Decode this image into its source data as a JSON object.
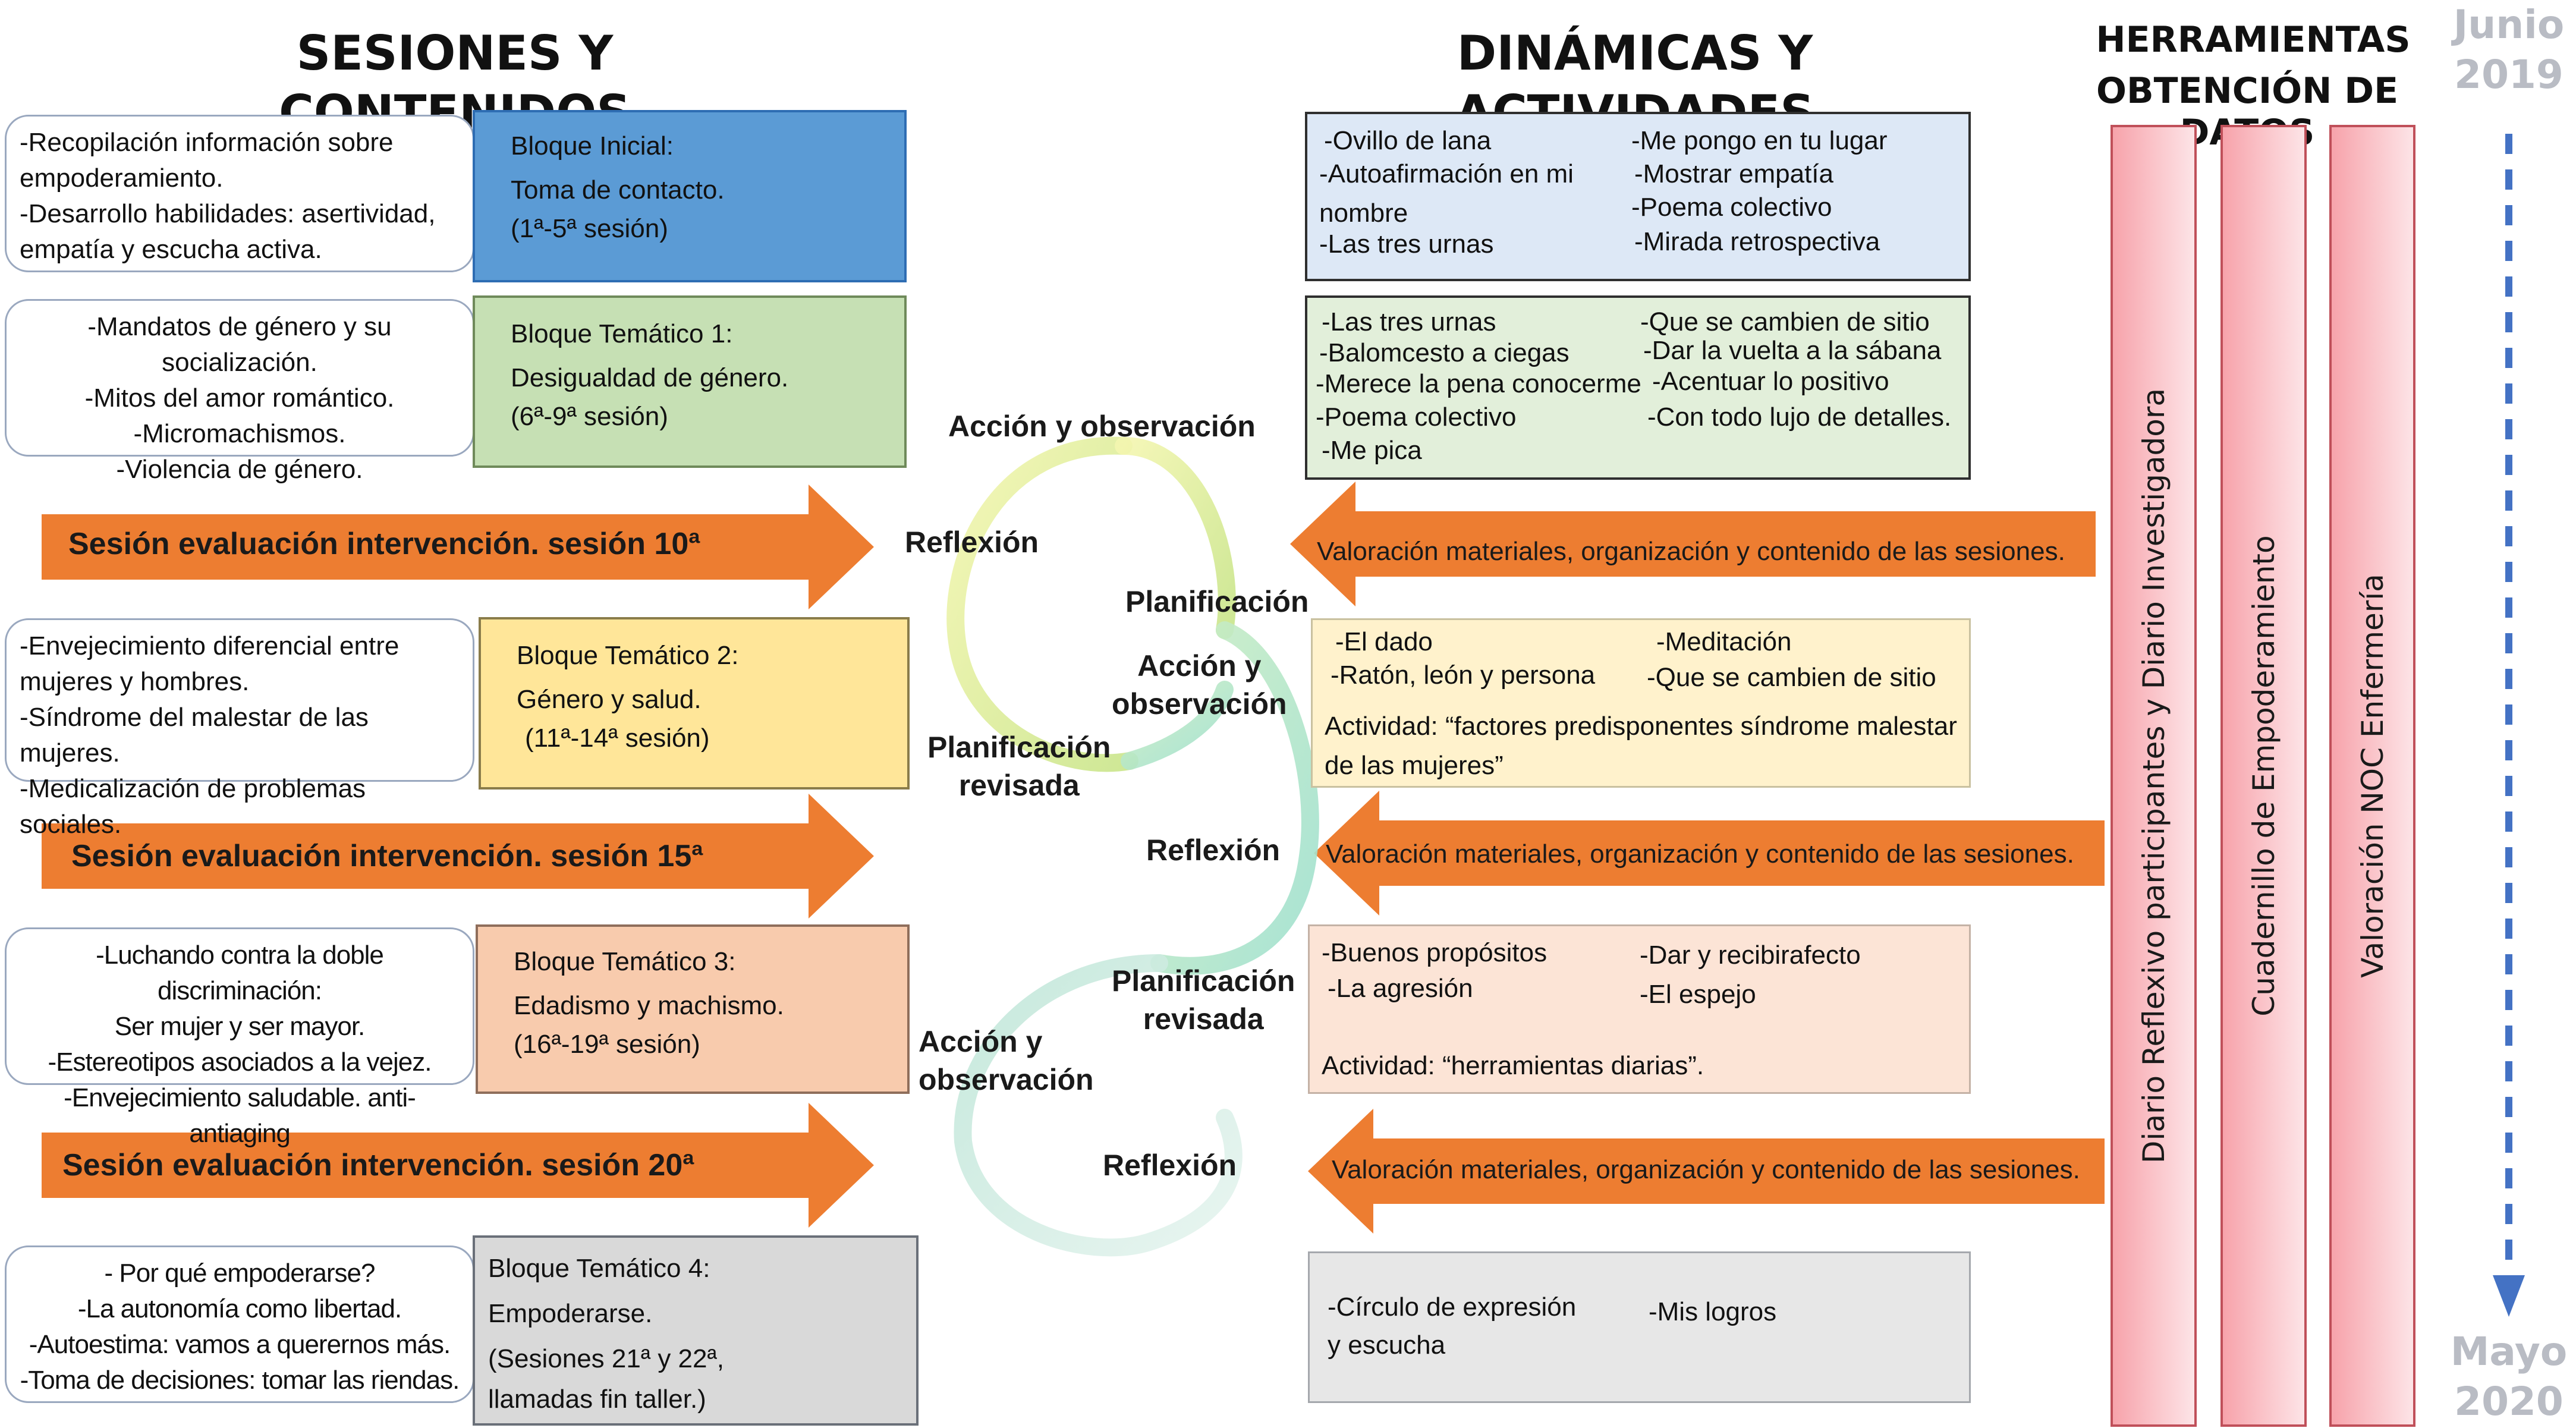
{
  "headings": {
    "left": "SESIONES Y CONTENIDOS",
    "middle": "DINÁMICAS Y ACTIVIDADES",
    "tools_line1": "HERRAMIENTAS",
    "tools_line2": "OBTENCIÓN DE DATOS"
  },
  "timeline": {
    "start_month": "Junio",
    "start_year": "2019",
    "end_month": "Mayo",
    "end_year": "2020"
  },
  "contents": [
    [
      "-Recopilación información sobre",
      "empoderamiento.",
      "-Desarrollo habilidades: asertividad,",
      "empatía y escucha activa."
    ],
    [
      "-Mandatos de género y su socialización.",
      "-Mitos del amor romántico.",
      "-Micromachismos.",
      "-Violencia de género."
    ],
    [
      "-Envejecimiento diferencial entre",
      "mujeres y hombres.",
      "-Síndrome del malestar de las mujeres.",
      "-Medicalización de problemas sociales."
    ],
    [
      "-Luchando contra la doble discriminación:",
      "Ser mujer y ser mayor.",
      "-Estereotipos asociados a la vejez.",
      "-Envejecimiento saludable. anti-antiaging"
    ],
    [
      "-  Por qué empoderarse?",
      "-La autonomía como libertad.",
      "-Autoestima: vamos a querernos más.",
      "-Toma de decisiones: tomar las riendas."
    ]
  ],
  "blocks": [
    [
      "Bloque Inicial:",
      "Toma de contacto.",
      "(1ª-5ª sesión)"
    ],
    [
      "Bloque Temático 1:",
      "Desigualdad de género.",
      "(6ª-9ª sesión)"
    ],
    [
      "Bloque Temático 2:",
      "Género y salud.",
      "(11ª-14ª sesión)"
    ],
    [
      "Bloque Temático 3:",
      "Edadismo y machismo.",
      "(16ª-19ª sesión)"
    ],
    [
      "Bloque Temático 4:",
      "Empoderarse.",
      "(Sesiones 21ª y 22ª,",
      "llamadas fin taller.)"
    ]
  ],
  "evaluations": [
    "Sesión evaluación intervención. sesión 10ª",
    "Sesión evaluación intervención. sesión 15ª",
    "Sesión evaluación intervención. sesión 20ª"
  ],
  "valoracion": [
    "Valoración materiales, organización y contenido de las sesiones.",
    "Valoración materiales, organización y contenido de las sesiones.",
    "Valoración materiales, organización y contenido de las sesiones."
  ],
  "cycle_labels": {
    "accion1": "Acción y observación",
    "reflexion1": "Reflexión",
    "planificacion": "Planificación",
    "accion2_l1": "Acción y",
    "accion2_l2": "observación",
    "planrev1_l1": "Planificación",
    "planrev1_l2": "revisada",
    "reflexion2": "Reflexión",
    "planrev2_l1": "Planificación",
    "planrev2_l2": "revisada",
    "accion3_l1": "Acción y",
    "accion3_l2": "observación",
    "reflexion3": "Reflexión"
  },
  "activities": {
    "a1": [
      "-Ovillo de lana",
      "-Autoafirmación en mi",
      "nombre",
      "-Las tres urnas",
      "-Me pongo en tu lugar",
      "-Mostrar empatía",
      "-Poema colectivo",
      "-Mirada retrospectiva"
    ],
    "a2": [
      "-Las tres urnas",
      "-Balomcesto a ciegas",
      "-Merece la pena conocerme",
      "-Poema colectivo",
      "-Me pica",
      "-Que se cambien de sitio",
      "-Dar la vuelta a la sábana",
      "-Acentuar lo positivo",
      "-Con todo lujo de detalles."
    ],
    "a3": [
      "-El dado",
      "-Ratón, león y persona",
      "-Meditación",
      "-Que se cambien de sitio",
      "Actividad: “factores predisponentes síndrome malestar",
      "de las mujeres”"
    ],
    "a4": [
      "-Buenos propósitos",
      "-La agresión",
      "-Dar y recibirafecto",
      "-El espejo",
      "Actividad: “herramientas diarias”."
    ],
    "a5": [
      "-Círculo de expresión",
      "y escucha",
      "-Mis logros"
    ]
  },
  "tools": [
    "Diario Reflexivo participantes y Diario Investigadora",
    "Cuadernillo de Empoderamiento",
    "Valoración NOC Enfermería"
  ],
  "colors": {
    "block0": "#5b9bd5",
    "block1": "#c6e0b4",
    "block2": "#ffe699",
    "block3": "#f8cbad",
    "block4": "#d9d9d9",
    "act1": "#dde8f6",
    "act2": "#e2efda",
    "act3": "#fff2cc",
    "act4": "#fce4d6",
    "act5": "#e7e7e7",
    "arrow": "#ed7d31"
  }
}
